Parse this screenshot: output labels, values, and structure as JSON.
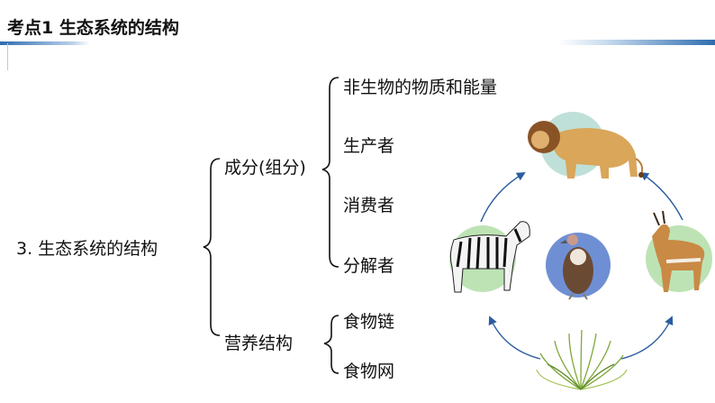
{
  "header": {
    "title": "考点1 生态系统的结构"
  },
  "tree": {
    "root": "3. 生态系统的结构",
    "branch_components": {
      "label": "成分(组分)",
      "items": [
        "非生物的物质和能量",
        "生产者",
        "消费者",
        "分解者"
      ]
    },
    "branch_trophic": {
      "label": "营养结构",
      "items": [
        "食物链",
        "食物网"
      ]
    }
  },
  "colors": {
    "accent_blue": "#2f6db0",
    "arrow_blue": "#2a5d9f",
    "circle_teal": "#bfe0d8",
    "circle_green": "#bde3b4",
    "circle_blue": "#6f8fd4"
  },
  "food_web_icons": [
    "lion-icon",
    "zebra-icon",
    "vulture-icon",
    "gazelle-icon",
    "grass-icon"
  ]
}
